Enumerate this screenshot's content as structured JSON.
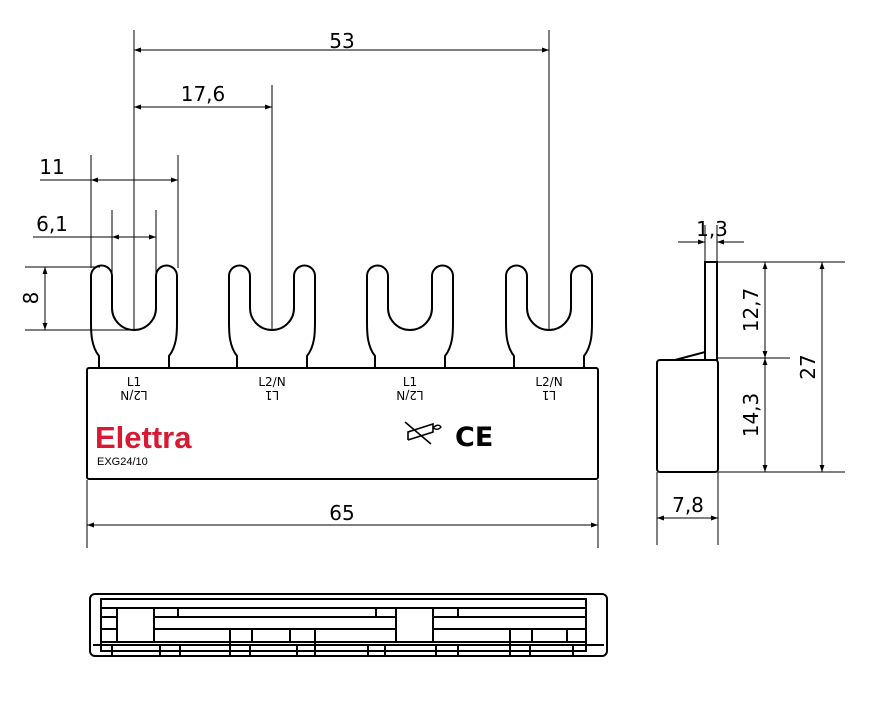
{
  "dimensions": {
    "pitch_total": "53",
    "pitch": "17,6",
    "fork_width": "11",
    "fork_gap": "6,1",
    "fork_depth": "8",
    "length": "65",
    "plate_thickness": "1,3",
    "fork_height": "12,7",
    "total_height": "27",
    "body_height": "14,3",
    "body_depth": "7,8"
  },
  "terminals": [
    {
      "top": "L1",
      "bottom": "L2/N"
    },
    {
      "top": "L2/N",
      "bottom": "L1"
    },
    {
      "top": "L1",
      "bottom": "L2/N"
    },
    {
      "top": "L2/N",
      "bottom": "L1"
    }
  ],
  "brand": {
    "name": "Elettra",
    "model": "EXG24/10",
    "color": "#d71933"
  },
  "marks": [
    "CE"
  ]
}
